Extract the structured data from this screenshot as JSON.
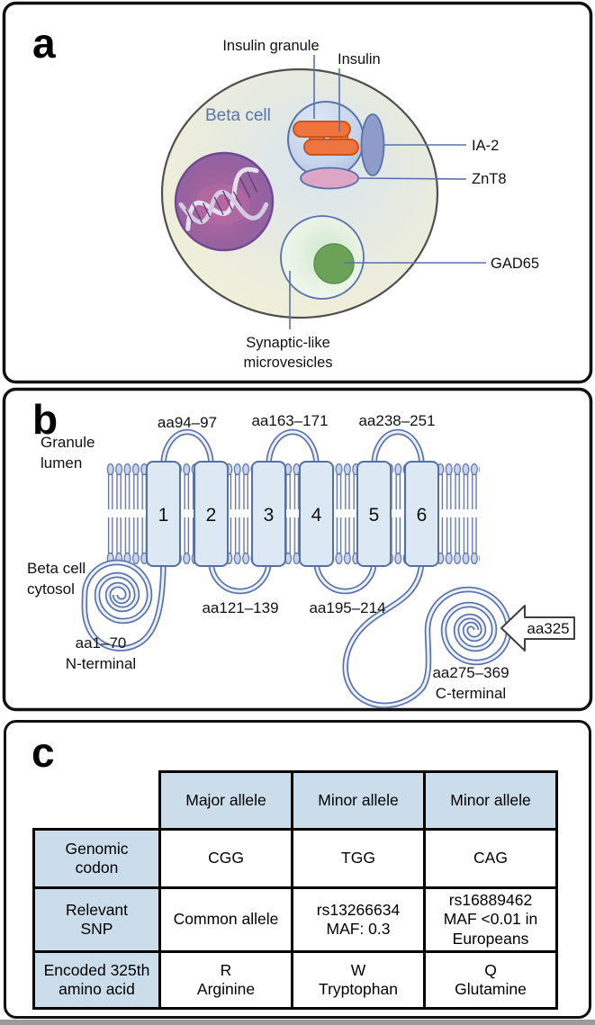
{
  "figure_type": "three-panel scientific figure on beta-cell autoantigens and ZnT8 topology / SLC30A8 SNP table",
  "panel_a": {
    "panel_letter": "a",
    "beta_cell_label": "Beta cell",
    "callouts": {
      "insulin_granule": "Insulin granule",
      "insulin": "Insulin",
      "ia2": "IA-2",
      "znt8": "ZnT8",
      "gad65": "GAD65",
      "slmv": [
        "Synaptic-like",
        "microvesicles"
      ]
    }
  },
  "panel_b": {
    "panel_letter": "b",
    "lumen_label": [
      "Granule",
      "lumen"
    ],
    "cytosol_label": [
      "Beta cell",
      "cytosol"
    ],
    "tm_numbers": [
      "1",
      "2",
      "3",
      "4",
      "5",
      "6"
    ],
    "top_loops": [
      "aa94–97",
      "aa163–171",
      "aa238–251"
    ],
    "bottom_loops": [
      "aa121–139",
      "aa195–214"
    ],
    "n_terminal": [
      "aa1–70",
      "N-terminal"
    ],
    "c_terminal": [
      "aa275–369",
      "C-terminal"
    ],
    "arrow_label": "aa325"
  },
  "panel_c": {
    "panel_letter": "c",
    "table": {
      "column_headers": [
        "Major allele",
        "Minor allele",
        "Minor allele"
      ],
      "row_labels": [
        "Genomic\ncodon",
        "Relevant\nSNP",
        "Encoded 325th\namino acid"
      ],
      "rows": [
        [
          "CGG",
          "TGG",
          "CAG"
        ],
        [
          "Common allele",
          "rs13266634\nMAF: 0.3",
          "rs16889462\nMAF <0.01 in\nEuropeans"
        ],
        [
          "R\nArginine",
          "W\nTryptophan",
          "Q\nGlutamine"
        ]
      ]
    }
  },
  "colors": {
    "accent_slate_blue": "#5b74ae",
    "insulin_orange": "#ee7440",
    "nucleus_purple": "#8b63a6",
    "gad65_green": "#6ba258",
    "znt8_pink": "#dfa5c6",
    "ia2_blue": "#8f9cc9",
    "membrane_tm_fill": "#dce8f3",
    "table_header_blue": "#cbdcea",
    "cell_fill_yellow": "#f6f2d5"
  }
}
